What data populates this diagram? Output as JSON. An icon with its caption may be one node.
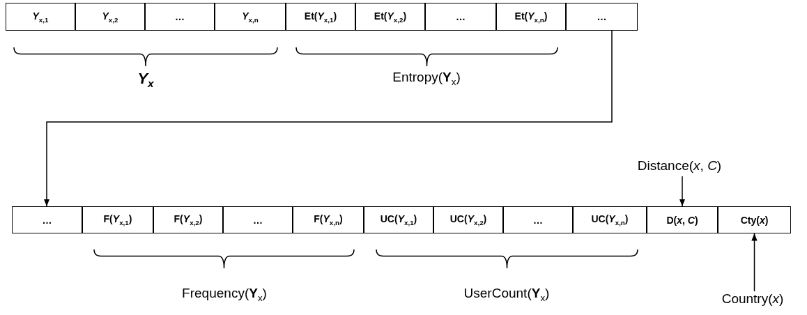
{
  "diagram": {
    "nodes": [
      {
        "text": [
          "*Y*$_{x,1}$"
        ]
      },
      {
        "text": [
          "*Y*$_{x,2}$"
        ]
      },
      {
        "text": [
          "…"
        ]
      },
      {
        "text": [
          "*Y*$_{x,n}$"
        ]
      },
      {
        "text": [
          "Et(*Y*$_{x,1}$)"
        ]
      },
      {
        "text": [
          "Et(*Y*$_{x,2}$)"
        ]
      },
      {
        "text": [
          "…"
        ]
      },
      {
        "text": [
          "Et(*Y*$_{x,n}$)"
        ]
      },
      {
        "text": [
          "…"
        ]
      },
      {
        "text": [
          "…"
        ]
      },
      {
        "text": [
          "F(*Y*$_{x,1}$)"
        ]
      },
      {
        "text": [
          "F(*Y*$_{x,2}$)"
        ]
      },
      {
        "text": [
          "…"
        ]
      },
      {
        "text": [
          "F(*Y*$_{x,n}$)"
        ]
      },
      {
        "text": [
          "UC(*Y*$_{x,1}$)"
        ]
      },
      {
        "text": [
          "UC(*Y*$_{x,2}$)"
        ]
      },
      {
        "text": [
          "…"
        ]
      },
      {
        "text": [
          "UC(*Y*$_{x,n}$)"
        ]
      },
      {
        "text": [
          "D(*x*, *C*)"
        ]
      },
      {
        "text": [
          "Cty(*x*)"
        ]
      },
      {
        "text": [
          "Distance(*x*, *C*)"
        ]
      },
      {
        "text": [
          "Country(*x*)"
        ]
      }
    ],
    "edges": [
      {
        "from": 8,
        "to": 9,
        "arrow": "to"
      },
      {
        "from": 20,
        "to": 18,
        "arrow": "to"
      },
      {
        "from": 21,
        "to": 19,
        "arrow": "to"
      }
    ],
    "labels": [
      "*Y*$_{x}$",
      "Entropy(**Y**$_{x}$)",
      "Frequency(**Y**$_{x}$)",
      "UserCount(**Y**$_{x}$)"
    ]
  }
}
